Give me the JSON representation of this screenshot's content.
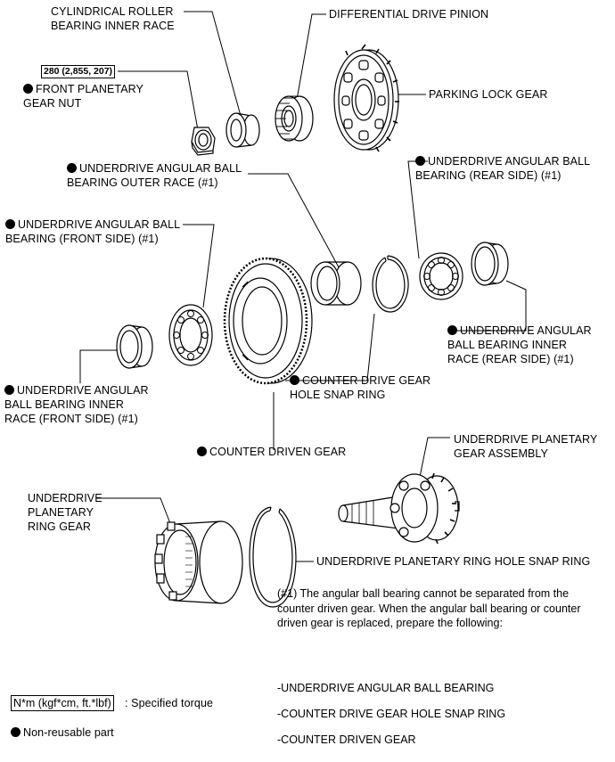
{
  "labels": {
    "cyl_roller_inner_race": "CYLINDRICAL ROLLER\nBEARING INNER RACE",
    "diff_drive_pinion": "DIFFERENTIAL DRIVE PINION",
    "torque_value": "280 (2,855, 207)",
    "front_planetary_nut": "FRONT PLANETARY\nGEAR NUT",
    "parking_lock_gear": "PARKING LOCK GEAR",
    "ud_ball_outer_race": "UNDERDRIVE ANGULAR BALL\nBEARING OUTER RACE (#1)",
    "ud_ball_rear": "UNDERDRIVE ANGULAR BALL\nBEARING (REAR SIDE) (#1)",
    "ud_ball_front": "UNDERDRIVE ANGULAR BALL\nBEARING (FRONT SIDE) (#1)",
    "ud_inner_race_rear": "UNDERDRIVE ANGULAR\nBALL BEARING INNER\nRACE (REAR SIDE) (#1)",
    "counter_drive_snap": "COUNTER DRIVE GEAR\nHOLE SNAP RING",
    "ud_inner_race_front": "UNDERDRIVE ANGULAR\nBALL BEARING INNER\nRACE (FRONT SIDE) (#1)",
    "counter_driven_gear": "COUNTER DRIVEN GEAR",
    "ud_planetary_assy": "UNDERDRIVE PLANETARY\nGEAR ASSEMBLY",
    "ud_ring_gear": "UNDERDRIVE\nPLANETARY\nRING GEAR",
    "ud_ring_snap": "UNDERDRIVE PLANETARY RING HOLE SNAP RING"
  },
  "note": {
    "text": "(#1) The angular ball bearing cannot be separated from the\ncounter driven gear. When the angular ball bearing or counter\ndriven gear is replaced, prepare the following:",
    "items": [
      "-UNDERDRIVE ANGULAR BALL BEARING",
      "-COUNTER DRIVE GEAR HOLE SNAP RING",
      "-COUNTER DRIVEN GEAR"
    ]
  },
  "legend": {
    "torque_box": "N*m (kgf*cm, ft.*lbf)",
    "torque_text": ": Specified torque",
    "nonreusable_text": "Non-reusable part"
  }
}
